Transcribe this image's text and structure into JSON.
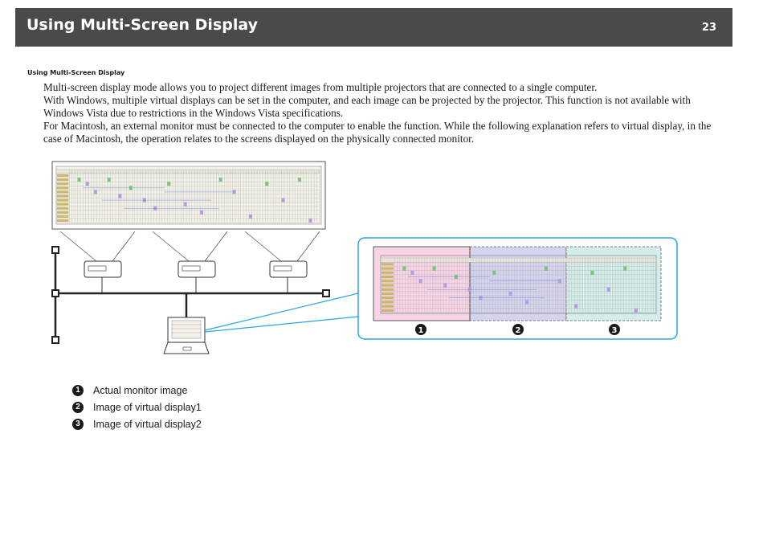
{
  "header": {
    "title": "Using Multi-Screen Display",
    "page_number": "23"
  },
  "section_label": "Using Multi-Screen Display",
  "paragraphs": [
    "Multi-screen display mode allows you to project different images from multiple projectors that are connected to a single computer.",
    "With Windows, multiple virtual displays can be set in the computer, and each image can be projected by the projector. This function is not available with Windows Vista due to restrictions in the Windows Vista specifications.",
    "For Macintosh, an external monitor must be connected to the computer to enable the function. While the following explanation refers to virtual display, in the case of Macintosh, the operation relates to the screens displayed on the physically connected monitor."
  ],
  "figure": {
    "markers": [
      "1",
      "2",
      "3"
    ],
    "colors": {
      "actual": "#f7d4e6",
      "virtual1": "#d4d4ee",
      "virtual2": "#d4ecea",
      "callout": "#2aa6dc"
    }
  },
  "legend": [
    {
      "num": "1",
      "label": "Actual monitor image"
    },
    {
      "num": "2",
      "label": "Image of virtual display1"
    },
    {
      "num": "3",
      "label": "Image of virtual display2"
    }
  ]
}
